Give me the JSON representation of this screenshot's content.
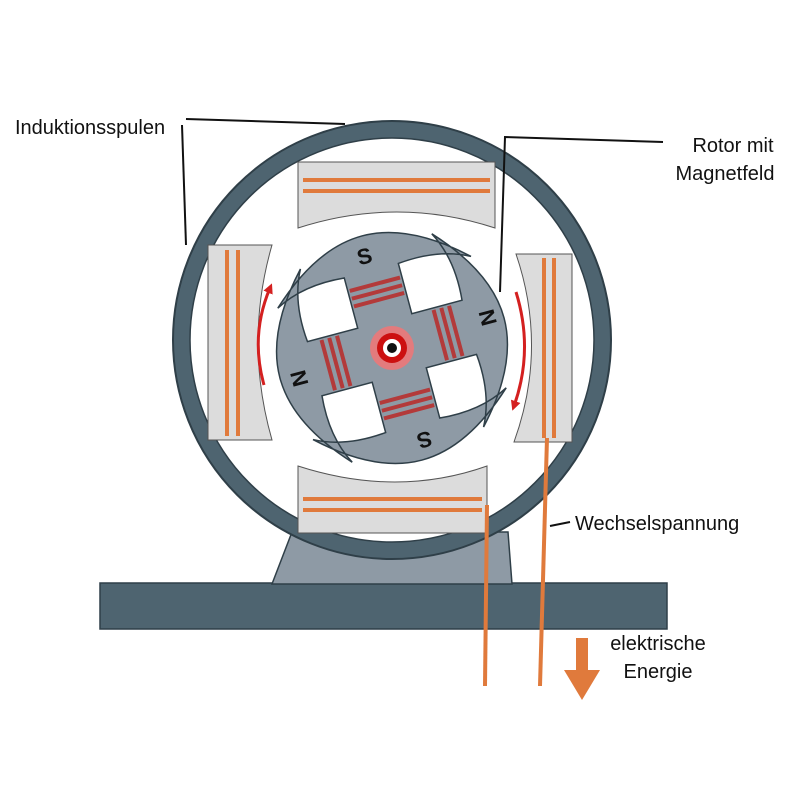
{
  "labels": {
    "induction_coils": "Induktionsspulen",
    "rotor_line1": "Rotor mit",
    "rotor_line2": "Magnetfeld",
    "ac_voltage": "Wechselspannung",
    "energy_line1": "elektrische",
    "energy_line2": "Energie"
  },
  "poles": {
    "top": "S",
    "right": "N",
    "bottom": "S",
    "left": "N"
  },
  "colors": {
    "housing": "#4e6470",
    "housing_outline": "#2f3f48",
    "stator_pad": "#dcdcdc",
    "rotor": "#8e9aa5",
    "coil_wire": "#e07a3c",
    "rotor_winding": "#b33a3a",
    "rotation_arrow": "#d42020",
    "axle_glow": "#ff5a5a",
    "energy_arrow": "#e07a3c"
  }
}
